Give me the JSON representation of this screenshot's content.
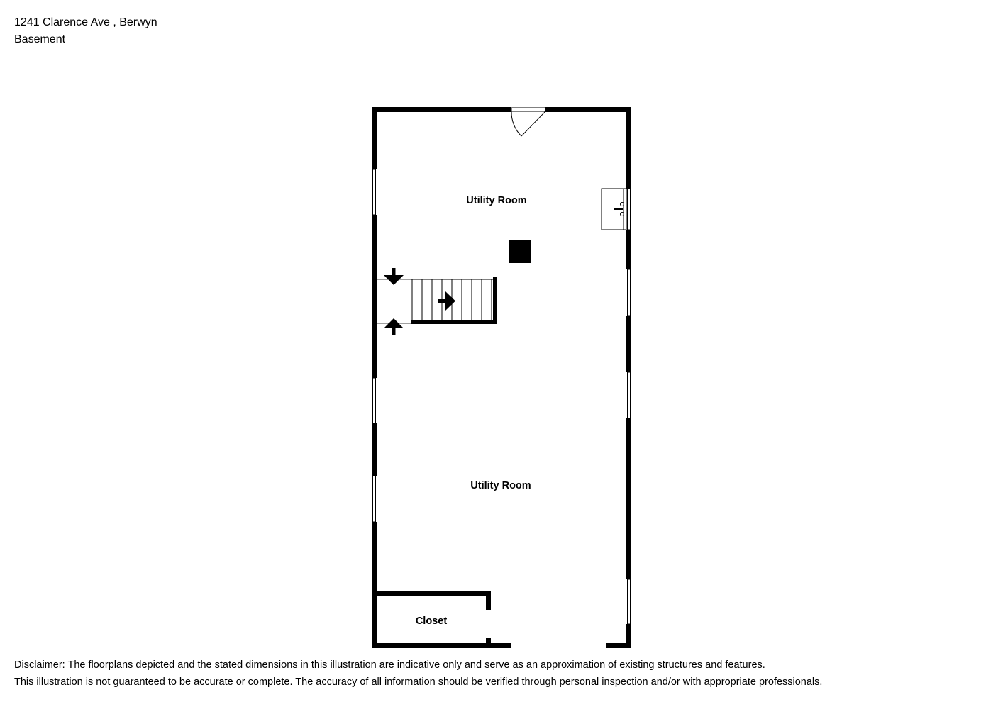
{
  "header": {
    "address": "1241 Clarence Ave , Berwyn",
    "floor": "Basement"
  },
  "rooms": [
    {
      "label": "Utility Room"
    },
    {
      "label": "Utility Room"
    },
    {
      "label": "Closet"
    }
  ],
  "disclaimer": {
    "line1": "Disclaimer: The floorplans depicted and the stated dimensions in this illustration are indicative only and serve as an approximation of existing structures and features.",
    "line2": "This illustration is not guaranteed to be accurate or complete. The accuracy of all information should be verified through personal inspection and/or with appropriate professionals."
  },
  "icons": {
    "door": "door-swing-icon",
    "sink": "sink-icon",
    "column": "column-icon",
    "stairs": "stairs-icon"
  },
  "colors": {
    "wall": "#000000",
    "background": "#ffffff"
  }
}
